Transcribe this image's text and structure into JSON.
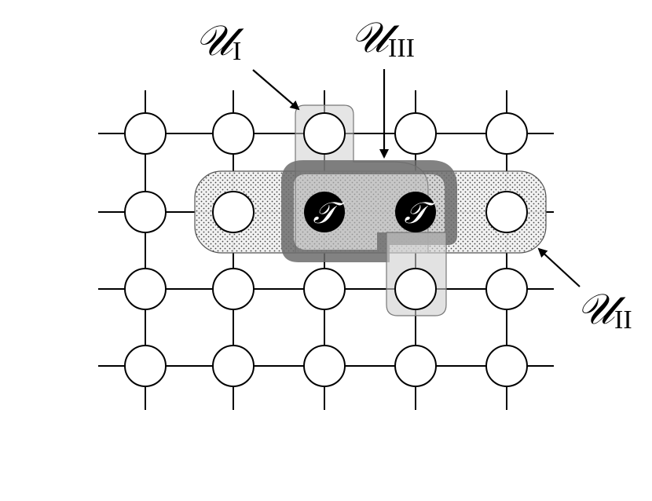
{
  "labels": {
    "u1_main": "𝒰",
    "u1_sub": "I",
    "u2_main": "𝒰",
    "u2_sub": "II",
    "u3_main": "𝒰",
    "u3_sub": "III",
    "node_t_left": "𝒯",
    "node_t_right": "𝒯"
  },
  "colors": {
    "region_light": "#d8d8d8",
    "region_dark": "#6f6f6f",
    "region_dotted_bg": "#f3f3f3",
    "node_fill": "#ffffff",
    "node_dark": "#000000",
    "line": "#000000"
  }
}
